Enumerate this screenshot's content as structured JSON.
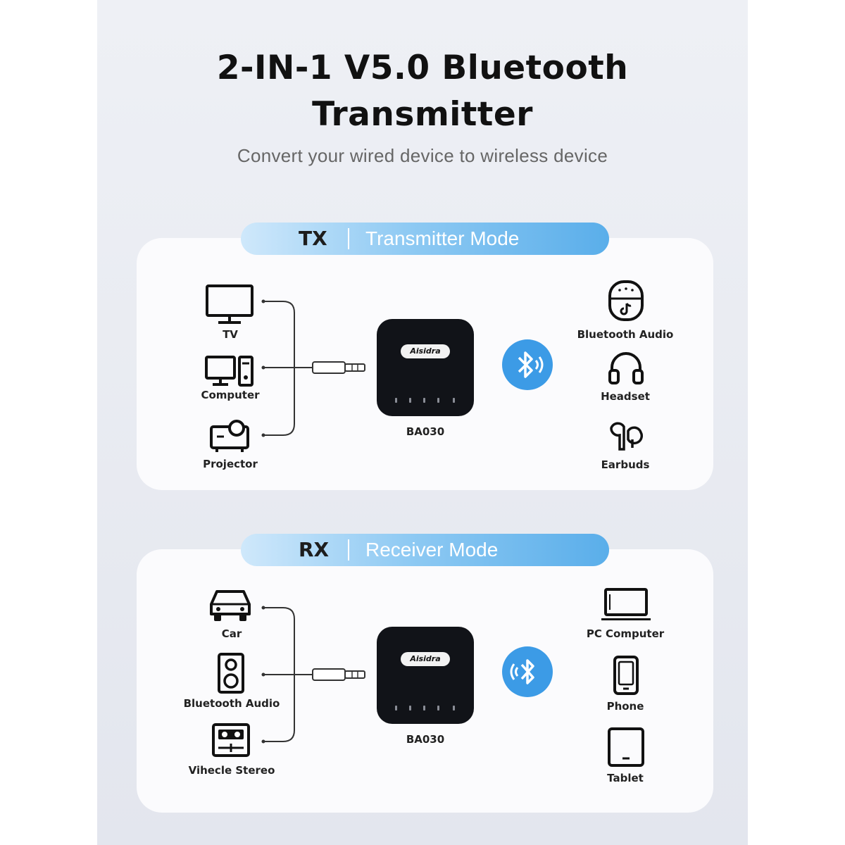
{
  "header": {
    "title_line1": "2-IN-1 V5.0 Bluetooth",
    "title_line2": "Transmitter",
    "subtitle": "Convert your wired device to wireless device"
  },
  "tx": {
    "abbr": "TX",
    "mode": "Transmitter Mode",
    "sources": [
      "TV",
      "Computer",
      "Projector"
    ],
    "device_model": "BA030",
    "device_brand": "Aisidra",
    "targets": [
      "Bluetooth Audio",
      "Headset",
      "Earbuds"
    ]
  },
  "rx": {
    "abbr": "RX",
    "mode": "Receiver Mode",
    "sources": [
      "Car",
      "Bluetooth Audio",
      "Vihecle Stereo"
    ],
    "device_model": "BA030",
    "device_brand": "Aisidra",
    "targets": [
      "PC Computer",
      "Phone",
      "Tablet"
    ]
  },
  "colors": {
    "bluetooth": "#3c9be6",
    "pill_start": "#cfe8fb",
    "pill_end": "#5aaeea",
    "device": "#111318"
  },
  "icons": [
    "tv-icon",
    "computer-icon",
    "projector-icon",
    "smart-speaker-icon",
    "headset-icon",
    "earbuds-icon",
    "car-icon",
    "speaker-icon",
    "vehicle-stereo-icon",
    "laptop-icon",
    "phone-icon",
    "tablet-icon",
    "bluetooth-icon",
    "audio-jack-icon"
  ]
}
